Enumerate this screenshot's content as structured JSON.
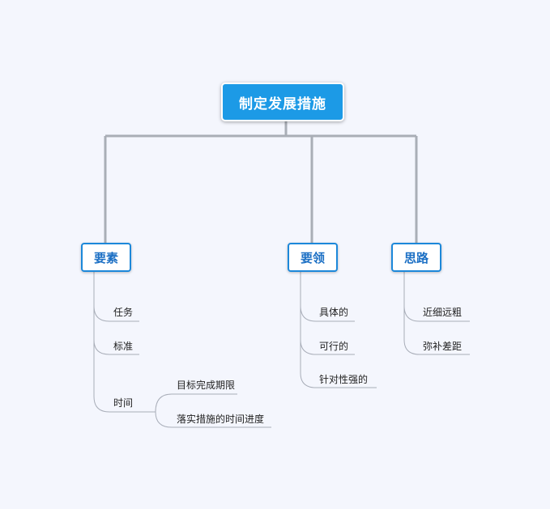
{
  "root": {
    "label": "制定发展措施"
  },
  "branches": [
    {
      "label": "要素",
      "items": [
        {
          "label": "任务"
        },
        {
          "label": "标准"
        },
        {
          "label": "时间",
          "items": [
            {
              "label": "目标完成期限"
            },
            {
              "label": "落实措施的时间进度"
            }
          ]
        }
      ]
    },
    {
      "label": "要领",
      "items": [
        {
          "label": "具体的"
        },
        {
          "label": "可行的"
        },
        {
          "label": "针对性强的"
        }
      ]
    },
    {
      "label": "思路",
      "items": [
        {
          "label": "近细远粗"
        },
        {
          "label": "弥补差距"
        }
      ]
    }
  ],
  "colors": {
    "background": "#f4f6fd",
    "root_fill": "#1c9ae6",
    "branch_border": "#1c88da",
    "branch_text": "#1b6fc4",
    "trunk_line": "#a9aeb6",
    "leaf_line": "#a8adb8"
  }
}
